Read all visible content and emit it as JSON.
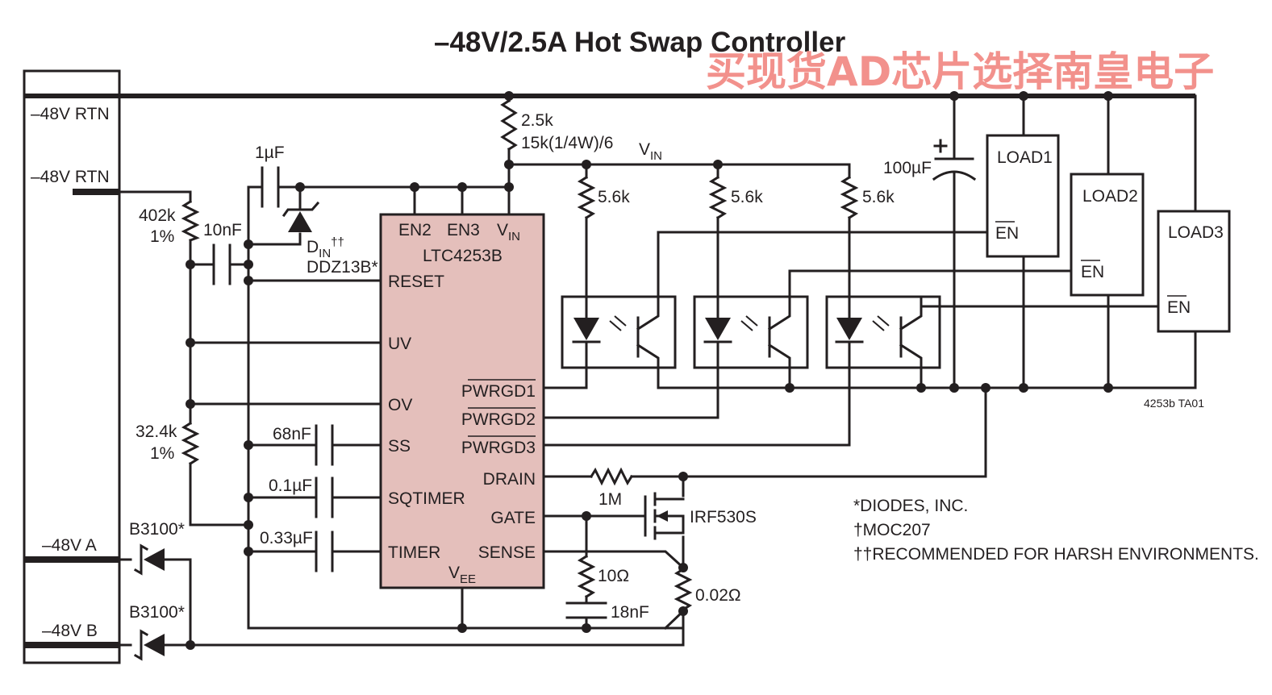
{
  "title": "–48V/2.5A Hot Swap Controller",
  "watermark": "买现货AD芯片选择南皇电子",
  "figure_id": "4253b TA01",
  "connector": {
    "pins": [
      "–48V RTN",
      "–48V RTN",
      "–48V A",
      "–48V B"
    ]
  },
  "ic": {
    "name": "LTC4253B",
    "top_pins": [
      "EN2",
      "EN3",
      "V",
      "IN"
    ],
    "left_pins": [
      "RESET",
      "UV",
      "OV",
      "SS",
      "SQTIMER",
      "TIMER"
    ],
    "right_pins": [
      "PWRGD1",
      "PWRGD2",
      "PWRGD3",
      "DRAIN",
      "GATE",
      "SENSE"
    ],
    "bottom_pin": [
      "V",
      "EE"
    ],
    "fill_color": "#e4bfbb"
  },
  "components": {
    "r_top": [
      "2.5k",
      "15k(1/4W)/6"
    ],
    "vin_label": [
      "V",
      "IN"
    ],
    "r_divider_top": [
      "402k",
      "1%"
    ],
    "r_divider_bottom": [
      "32.4k",
      "1%"
    ],
    "c_1uf": "1µF",
    "c_10nf": "10nF",
    "zener": [
      "D",
      "IN",
      "††",
      "DDZ13B*"
    ],
    "pullups": [
      "5.6k",
      "5.6k",
      "5.6k"
    ],
    "c_100uf": "100µF",
    "c_ss": "68nF",
    "c_sqtimer": "0.1µF",
    "c_timer": "0.33µF",
    "r_drain": "1M",
    "mosfet": "IRF530S",
    "r_gate": "10Ω",
    "c_gate": "18nF",
    "r_sense": "0.02Ω",
    "diodes": [
      "B3100*",
      "B3100*"
    ],
    "loads": [
      "LOAD1",
      "LOAD2",
      "LOAD3"
    ],
    "load_pin": "EN"
  },
  "notes": [
    "*DIODES, INC.",
    "†MOC207",
    "††RECOMMENDED FOR HARSH ENVIRONMENTS."
  ]
}
